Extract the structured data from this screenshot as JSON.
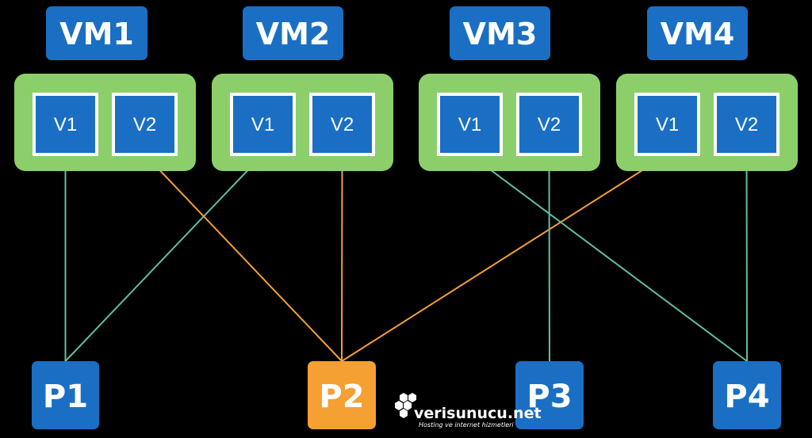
{
  "colors": {
    "background": "#000000",
    "vm_blue": "#1a6fc4",
    "vm_green": "#8ccf6a",
    "port_blue": "#1a6fc4",
    "port_orange": "#f5a033",
    "link_teal": "#5fbfa5",
    "link_orange": "#f5a033"
  },
  "vms": [
    {
      "id": "vm1",
      "label": "VM1",
      "vnics": [
        {
          "id": "vm1-v1",
          "label": "V1"
        },
        {
          "id": "vm1-v2",
          "label": "V2"
        }
      ]
    },
    {
      "id": "vm2",
      "label": "VM2",
      "vnics": [
        {
          "id": "vm2-v1",
          "label": "V1"
        },
        {
          "id": "vm2-v2",
          "label": "V2"
        }
      ]
    },
    {
      "id": "vm3",
      "label": "VM3",
      "vnics": [
        {
          "id": "vm3-v1",
          "label": "V1"
        },
        {
          "id": "vm3-v2",
          "label": "V2"
        }
      ]
    },
    {
      "id": "vm4",
      "label": "VM4",
      "vnics": [
        {
          "id": "vm4-v1",
          "label": "V1"
        },
        {
          "id": "vm4-v2",
          "label": "V2"
        }
      ]
    }
  ],
  "ports": [
    {
      "id": "p1",
      "label": "P1",
      "color": "port_blue"
    },
    {
      "id": "p2",
      "label": "P2",
      "color": "port_orange"
    },
    {
      "id": "p3",
      "label": "P3",
      "color": "port_blue"
    },
    {
      "id": "p4",
      "label": "P4",
      "color": "port_blue"
    }
  ],
  "links": [
    {
      "from": "vm1-v1",
      "to": "p1",
      "color": "link_teal"
    },
    {
      "from": "vm2-v1",
      "to": "p1",
      "color": "link_teal"
    },
    {
      "from": "vm1-v2",
      "to": "p2",
      "color": "link_orange"
    },
    {
      "from": "vm2-v2",
      "to": "p2",
      "color": "link_orange"
    },
    {
      "from": "vm4-v1",
      "to": "p2",
      "color": "link_orange"
    },
    {
      "from": "vm3-v2",
      "to": "p3",
      "color": "link_teal"
    },
    {
      "from": "vm3-v1",
      "to": "p4",
      "color": "link_teal"
    },
    {
      "from": "vm4-v2",
      "to": "p4",
      "color": "link_teal"
    }
  ],
  "watermark": {
    "name": "verisunucu.net",
    "tagline": "Hosting ve internet hizmetleri"
  }
}
